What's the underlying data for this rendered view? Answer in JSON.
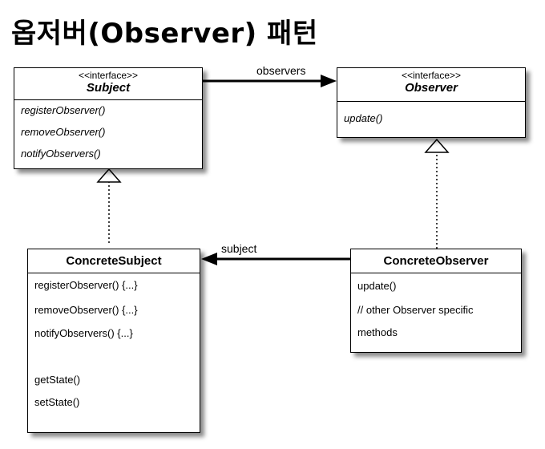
{
  "title": "옵저버(Observer) 패턴",
  "subject": {
    "stereotype": "<<interface>>",
    "name": "Subject",
    "methods": [
      "registerObserver()",
      "removeObserver()",
      "notifyObservers()"
    ]
  },
  "observer": {
    "stereotype": "<<interface>>",
    "name": "Observer",
    "methods": [
      "update()"
    ]
  },
  "concrete_subject": {
    "name": "ConcreteSubject",
    "methods": [
      "registerObserver() {...}",
      "removeObserver() {...}",
      "notifyObservers() {...}",
      "getState()",
      "setState()"
    ]
  },
  "concrete_observer": {
    "name": "ConcreteObserver",
    "methods": [
      "update()",
      "// other Observer specific",
      "methods"
    ]
  },
  "associations": {
    "observers_label": "observers",
    "subject_label": "subject"
  }
}
